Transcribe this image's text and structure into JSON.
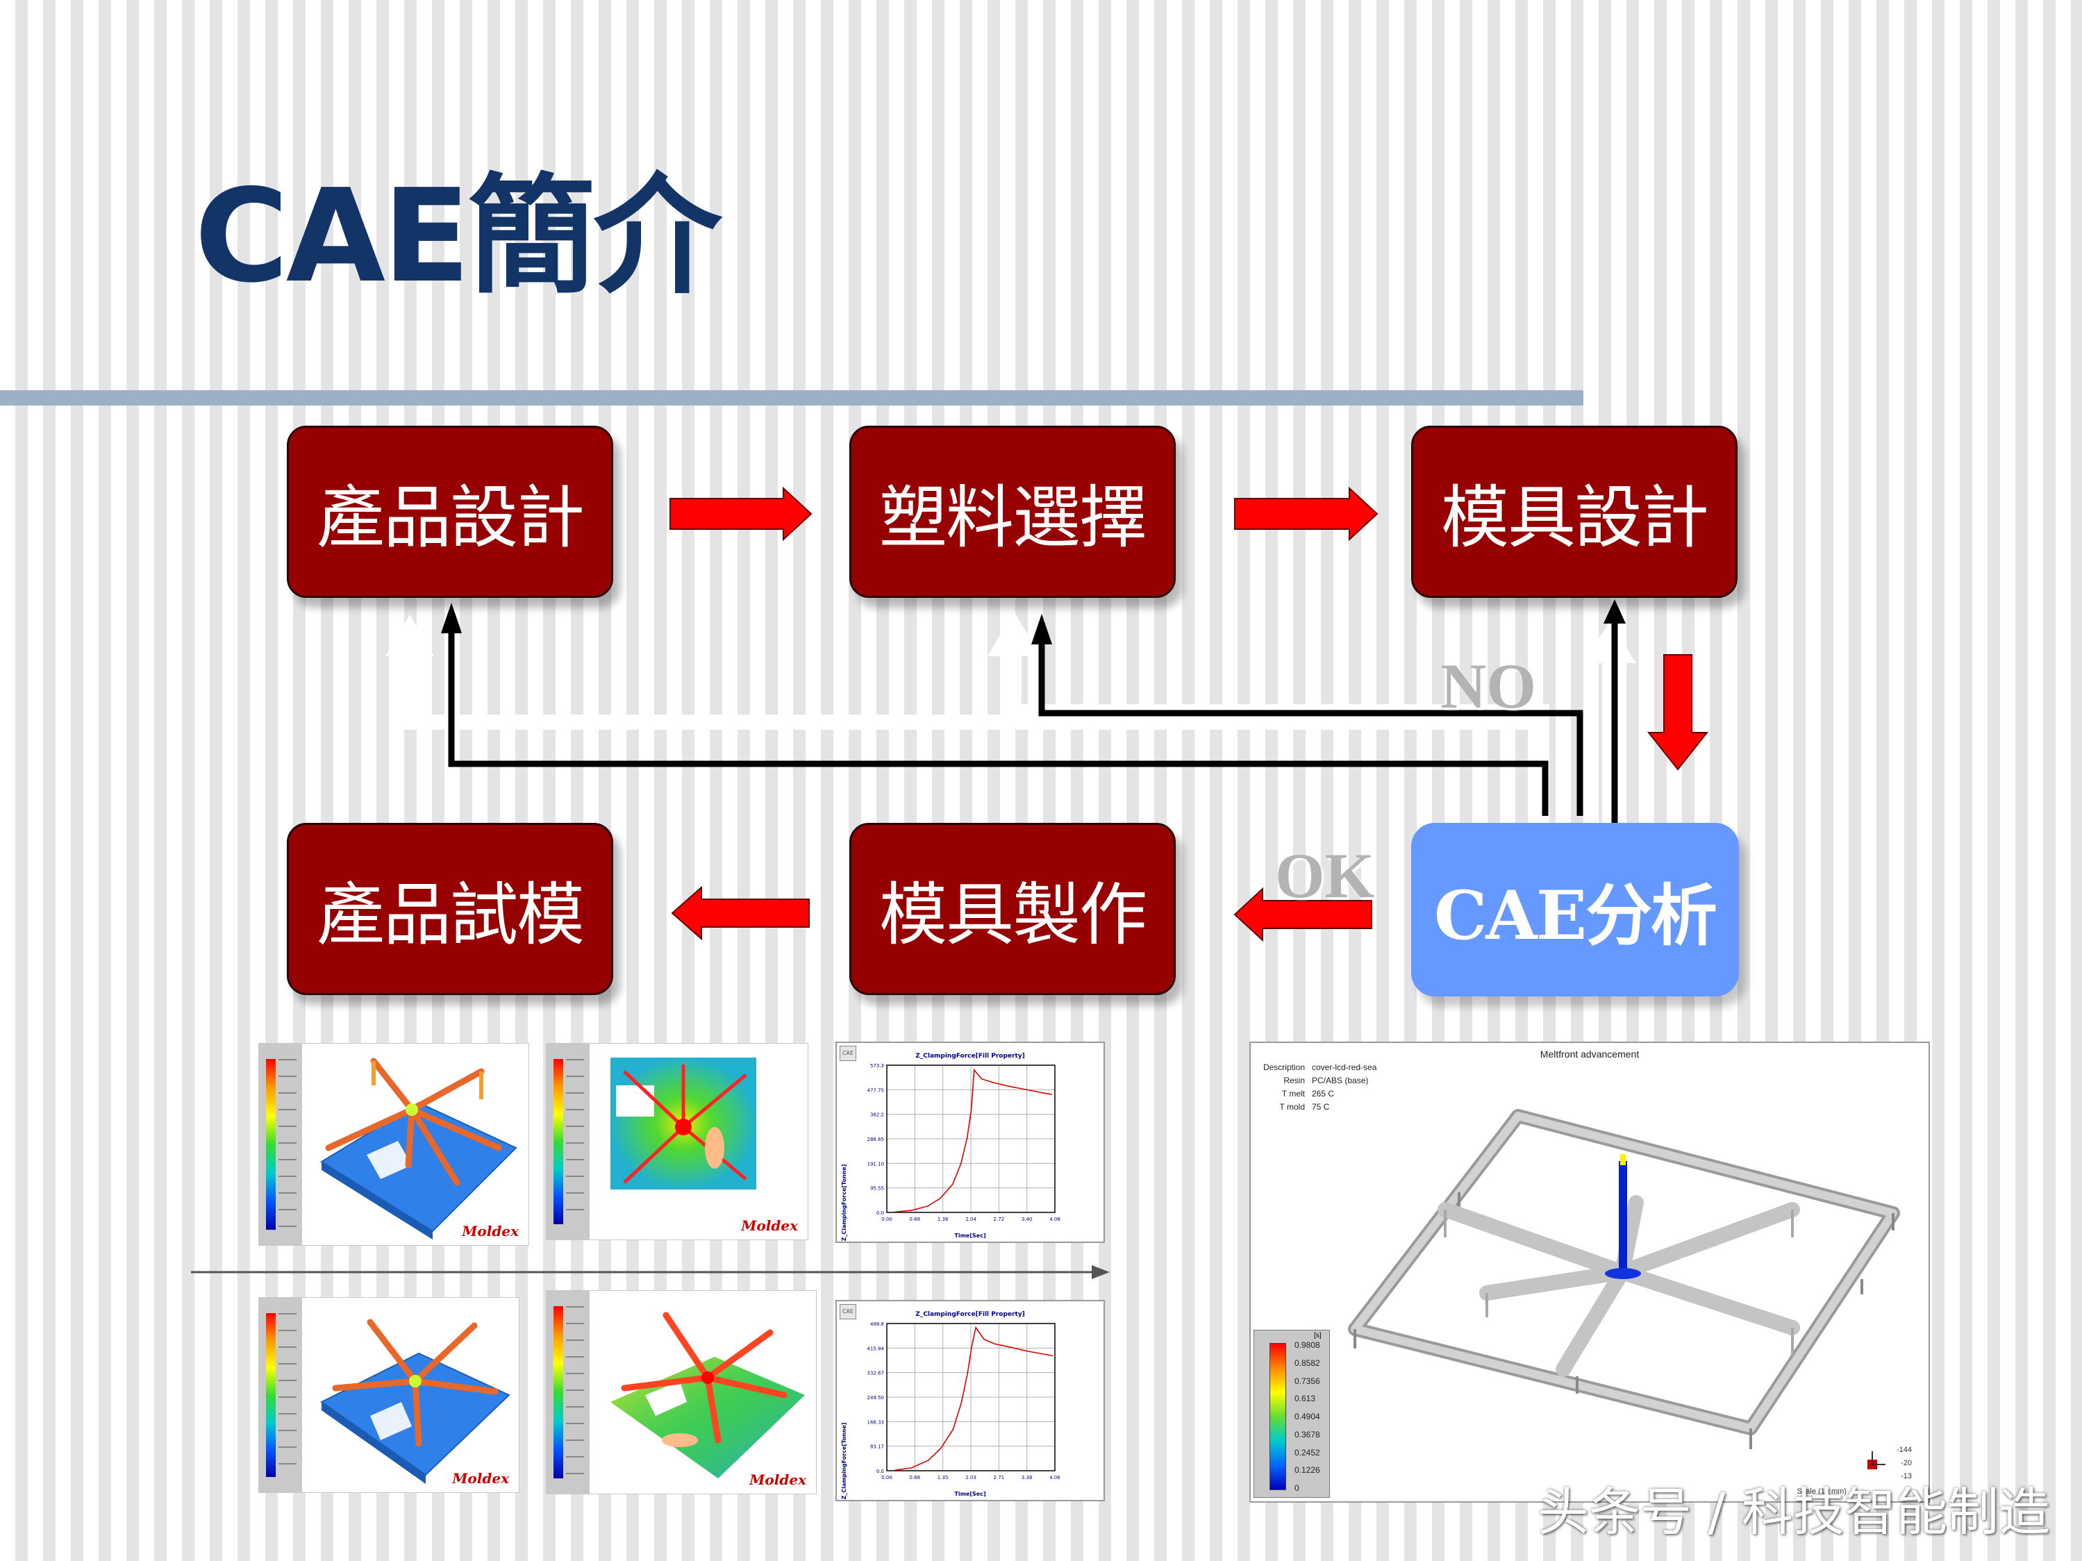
{
  "title": "CAE簡介",
  "flow": {
    "top_row": [
      "產品設計",
      "塑料選擇",
      "模具設計"
    ],
    "bottom_row": [
      "產品試模",
      "模具製作"
    ],
    "analysis": "CAE分析",
    "no_label": "NO",
    "ok_label": "OK"
  },
  "sim_panels": [
    {
      "brand": "Moldex"
    },
    {
      "brand": "Moldex"
    },
    {
      "brand": "Moldex"
    },
    {
      "brand": "Moldex"
    }
  ],
  "charts": [
    {
      "title": "Z_ClampingForce[Fill Property]",
      "xlabel": "Time[Sec]",
      "ylabel": "Z_ClampingForce[Tonne]",
      "logo": "CAE",
      "chart_data": {
        "type": "line",
        "title": "Z_ClampingForce[Fill Property]",
        "xlabel": "Time[Sec]",
        "ylabel": "Z_ClampingForce[Tonne]",
        "xlim": [
          0,
          4.08
        ],
        "ylim": [
          0,
          573.3
        ],
        "x_ticks": [
          "0.00",
          "0.68",
          "1.36",
          "2.04",
          "2.72",
          "3.40",
          "4.08"
        ],
        "y_ticks": [
          "0.0",
          "95.55",
          "191.10",
          "286.65",
          "382.2",
          "477.75",
          "573.3"
        ],
        "grid": true,
        "series": [
          {
            "x": [
              0.2,
              0.6,
              1.0,
              1.3,
              1.6,
              1.8,
              1.95,
              2.05,
              2.12,
              2.3,
              2.6,
              3.0,
              3.4,
              3.8,
              4.0
            ],
            "y": [
              2,
              8,
              25,
              55,
              110,
              190,
              290,
              400,
              555,
              520,
              505,
              490,
              478,
              465,
              460
            ]
          }
        ]
      }
    },
    {
      "title": "Z_ClampingForce[Fill Property]",
      "xlabel": "Time[Sec]",
      "ylabel": "Z_ClampingForce[Tonne]",
      "logo": "CAE",
      "chart_data": {
        "type": "line",
        "title": "Z_ClampingForce[Fill Property]",
        "xlabel": "Time[Sec]",
        "ylabel": "Z_ClampingForce[Tonne]",
        "xlim": [
          0,
          4.06
        ],
        "ylim": [
          0,
          498.8
        ],
        "x_ticks": [
          "0.00",
          "0.68",
          "1.35",
          "2.03",
          "2.71",
          "3.38",
          "4.06"
        ],
        "y_ticks": [
          "0.0",
          "83.17",
          "166.33",
          "249.50",
          "332.67",
          "415.84",
          "498.8"
        ],
        "grid": true,
        "series": [
          {
            "x": [
              0.2,
              0.6,
              1.0,
              1.3,
              1.6,
              1.8,
              1.95,
              2.05,
              2.15,
              2.35,
              2.6,
              3.0,
              3.4,
              3.8,
              4.0
            ],
            "y": [
              2,
              10,
              35,
              75,
              140,
              230,
              330,
              420,
              485,
              445,
              430,
              418,
              405,
              395,
              390
            ]
          }
        ]
      }
    }
  ],
  "melt": {
    "title": "Meltfront advancement",
    "description_rows": [
      {
        "k": "Description",
        "v": "cover-lcd-red-sea"
      },
      {
        "k": "Resin",
        "v": "PC/ABS (base)"
      },
      {
        "k": "T melt",
        "v": "265 C"
      },
      {
        "k": "T mold",
        "v": "75 C"
      }
    ],
    "legend_unit": "[s]",
    "legend_values": [
      "0.9808",
      "0.8582",
      "0.7356",
      "0.613",
      "0.4904",
      "0.3678",
      "0.2452",
      "0.1226",
      "0"
    ],
    "scale": "Scale (10 mm)",
    "coords": [
      "-144",
      "-20",
      "-13"
    ]
  },
  "watermark": "头条号 / 科技智能制造",
  "colors": {
    "box": "#960000",
    "analysis": "#6699ff",
    "arrow_red": "#ff0000",
    "title": "#123466"
  }
}
